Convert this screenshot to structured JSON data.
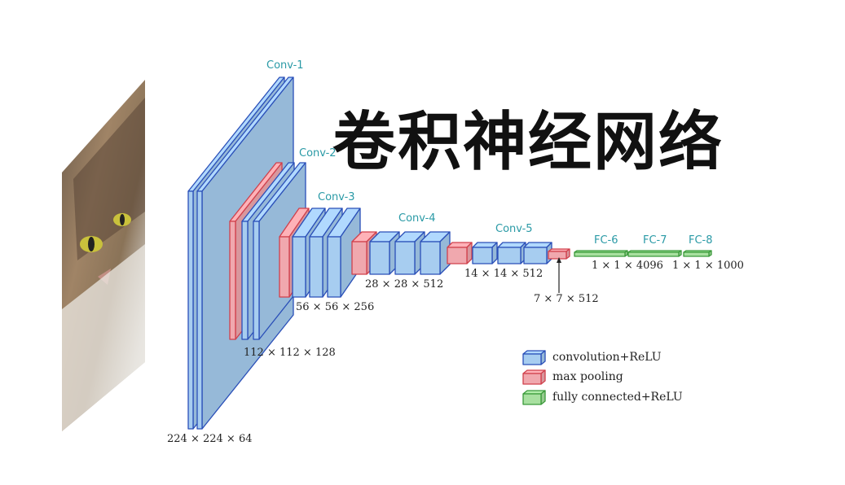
{
  "title": "卷积神经网络",
  "colors": {
    "conv_fill": "#a7cdf0",
    "conv_stroke": "#2a4fb8",
    "pool_fill": "#f0a8ae",
    "pool_stroke": "#d0404c",
    "fc_fill": "#a8e0a0",
    "fc_stroke": "#3a9a3a",
    "stage_label": "#2a9aa6"
  },
  "stages": {
    "conv1": "Conv-1",
    "conv2": "Conv-2",
    "conv3": "Conv-3",
    "conv4": "Conv-4",
    "conv5": "Conv-5",
    "fc6": "FC-6",
    "fc7": "FC-7",
    "fc8": "FC-8"
  },
  "sizes": {
    "s224": "224 × 224 × 64",
    "s112": "112 × 112 × 128",
    "s56": "56 × 56 × 256",
    "s28": "28 × 28 × 512",
    "s14": "14 × 14 × 512",
    "s7": "7 × 7 × 512",
    "fc4096": "1 × 1 × 4096",
    "fc1000": "1 × 1 × 1000"
  },
  "legend": {
    "conv": "convolution+ReLU",
    "pool": "max pooling",
    "fc": "fully connected+ReLU"
  },
  "input_image": "cat photo"
}
